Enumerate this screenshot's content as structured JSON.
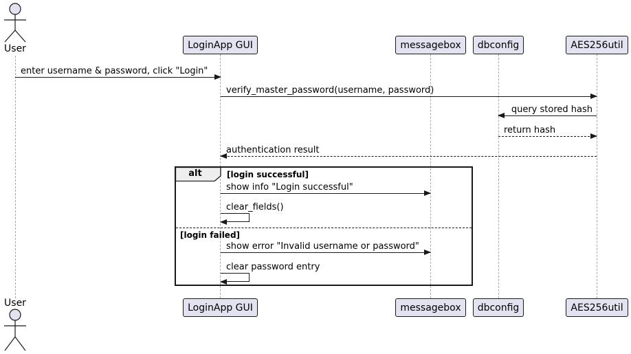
{
  "actor": {
    "label": "User"
  },
  "participants": [
    {
      "label": "LoginApp GUI"
    },
    {
      "label": "messagebox"
    },
    {
      "label": "dbconfig"
    },
    {
      "label": "AES256util"
    }
  ],
  "messages": [
    {
      "label": "enter username & password, click \"Login\"",
      "from": "User",
      "to": "LoginApp GUI",
      "line": "solid",
      "direction": "right"
    },
    {
      "label": "verify_master_password(username, password)",
      "from": "LoginApp GUI",
      "to": "AES256util",
      "line": "solid",
      "direction": "right"
    },
    {
      "label": "query stored hash",
      "from": "AES256util",
      "to": "dbconfig",
      "line": "solid",
      "direction": "left"
    },
    {
      "label": "return hash",
      "from": "dbconfig",
      "to": "AES256util",
      "line": "dashed",
      "direction": "right"
    },
    {
      "label": "authentication result",
      "from": "AES256util",
      "to": "LoginApp GUI",
      "line": "dashed",
      "direction": "left"
    },
    {
      "label": "show info \"Login successful\"",
      "from": "LoginApp GUI",
      "to": "messagebox",
      "line": "solid",
      "direction": "right"
    },
    {
      "label": "clear_fields()",
      "from": "LoginApp GUI",
      "to": "LoginApp GUI",
      "line": "solid",
      "direction": "self"
    },
    {
      "label": "show error \"Invalid username or password\"",
      "from": "LoginApp GUI",
      "to": "messagebox",
      "line": "solid",
      "direction": "right"
    },
    {
      "label": "clear password entry",
      "from": "LoginApp GUI",
      "to": "LoginApp GUI",
      "line": "solid",
      "direction": "self"
    }
  ],
  "fragment": {
    "operator": "alt",
    "guards": [
      "[login successful]",
      "[login failed]"
    ]
  },
  "colors": {
    "background": "#FFFFFF",
    "participant_fill": "#E2E2F0",
    "border": "#181818",
    "lifeline": "#A8A8A8",
    "fragment_tab_fill": "#EEEEEE"
  }
}
